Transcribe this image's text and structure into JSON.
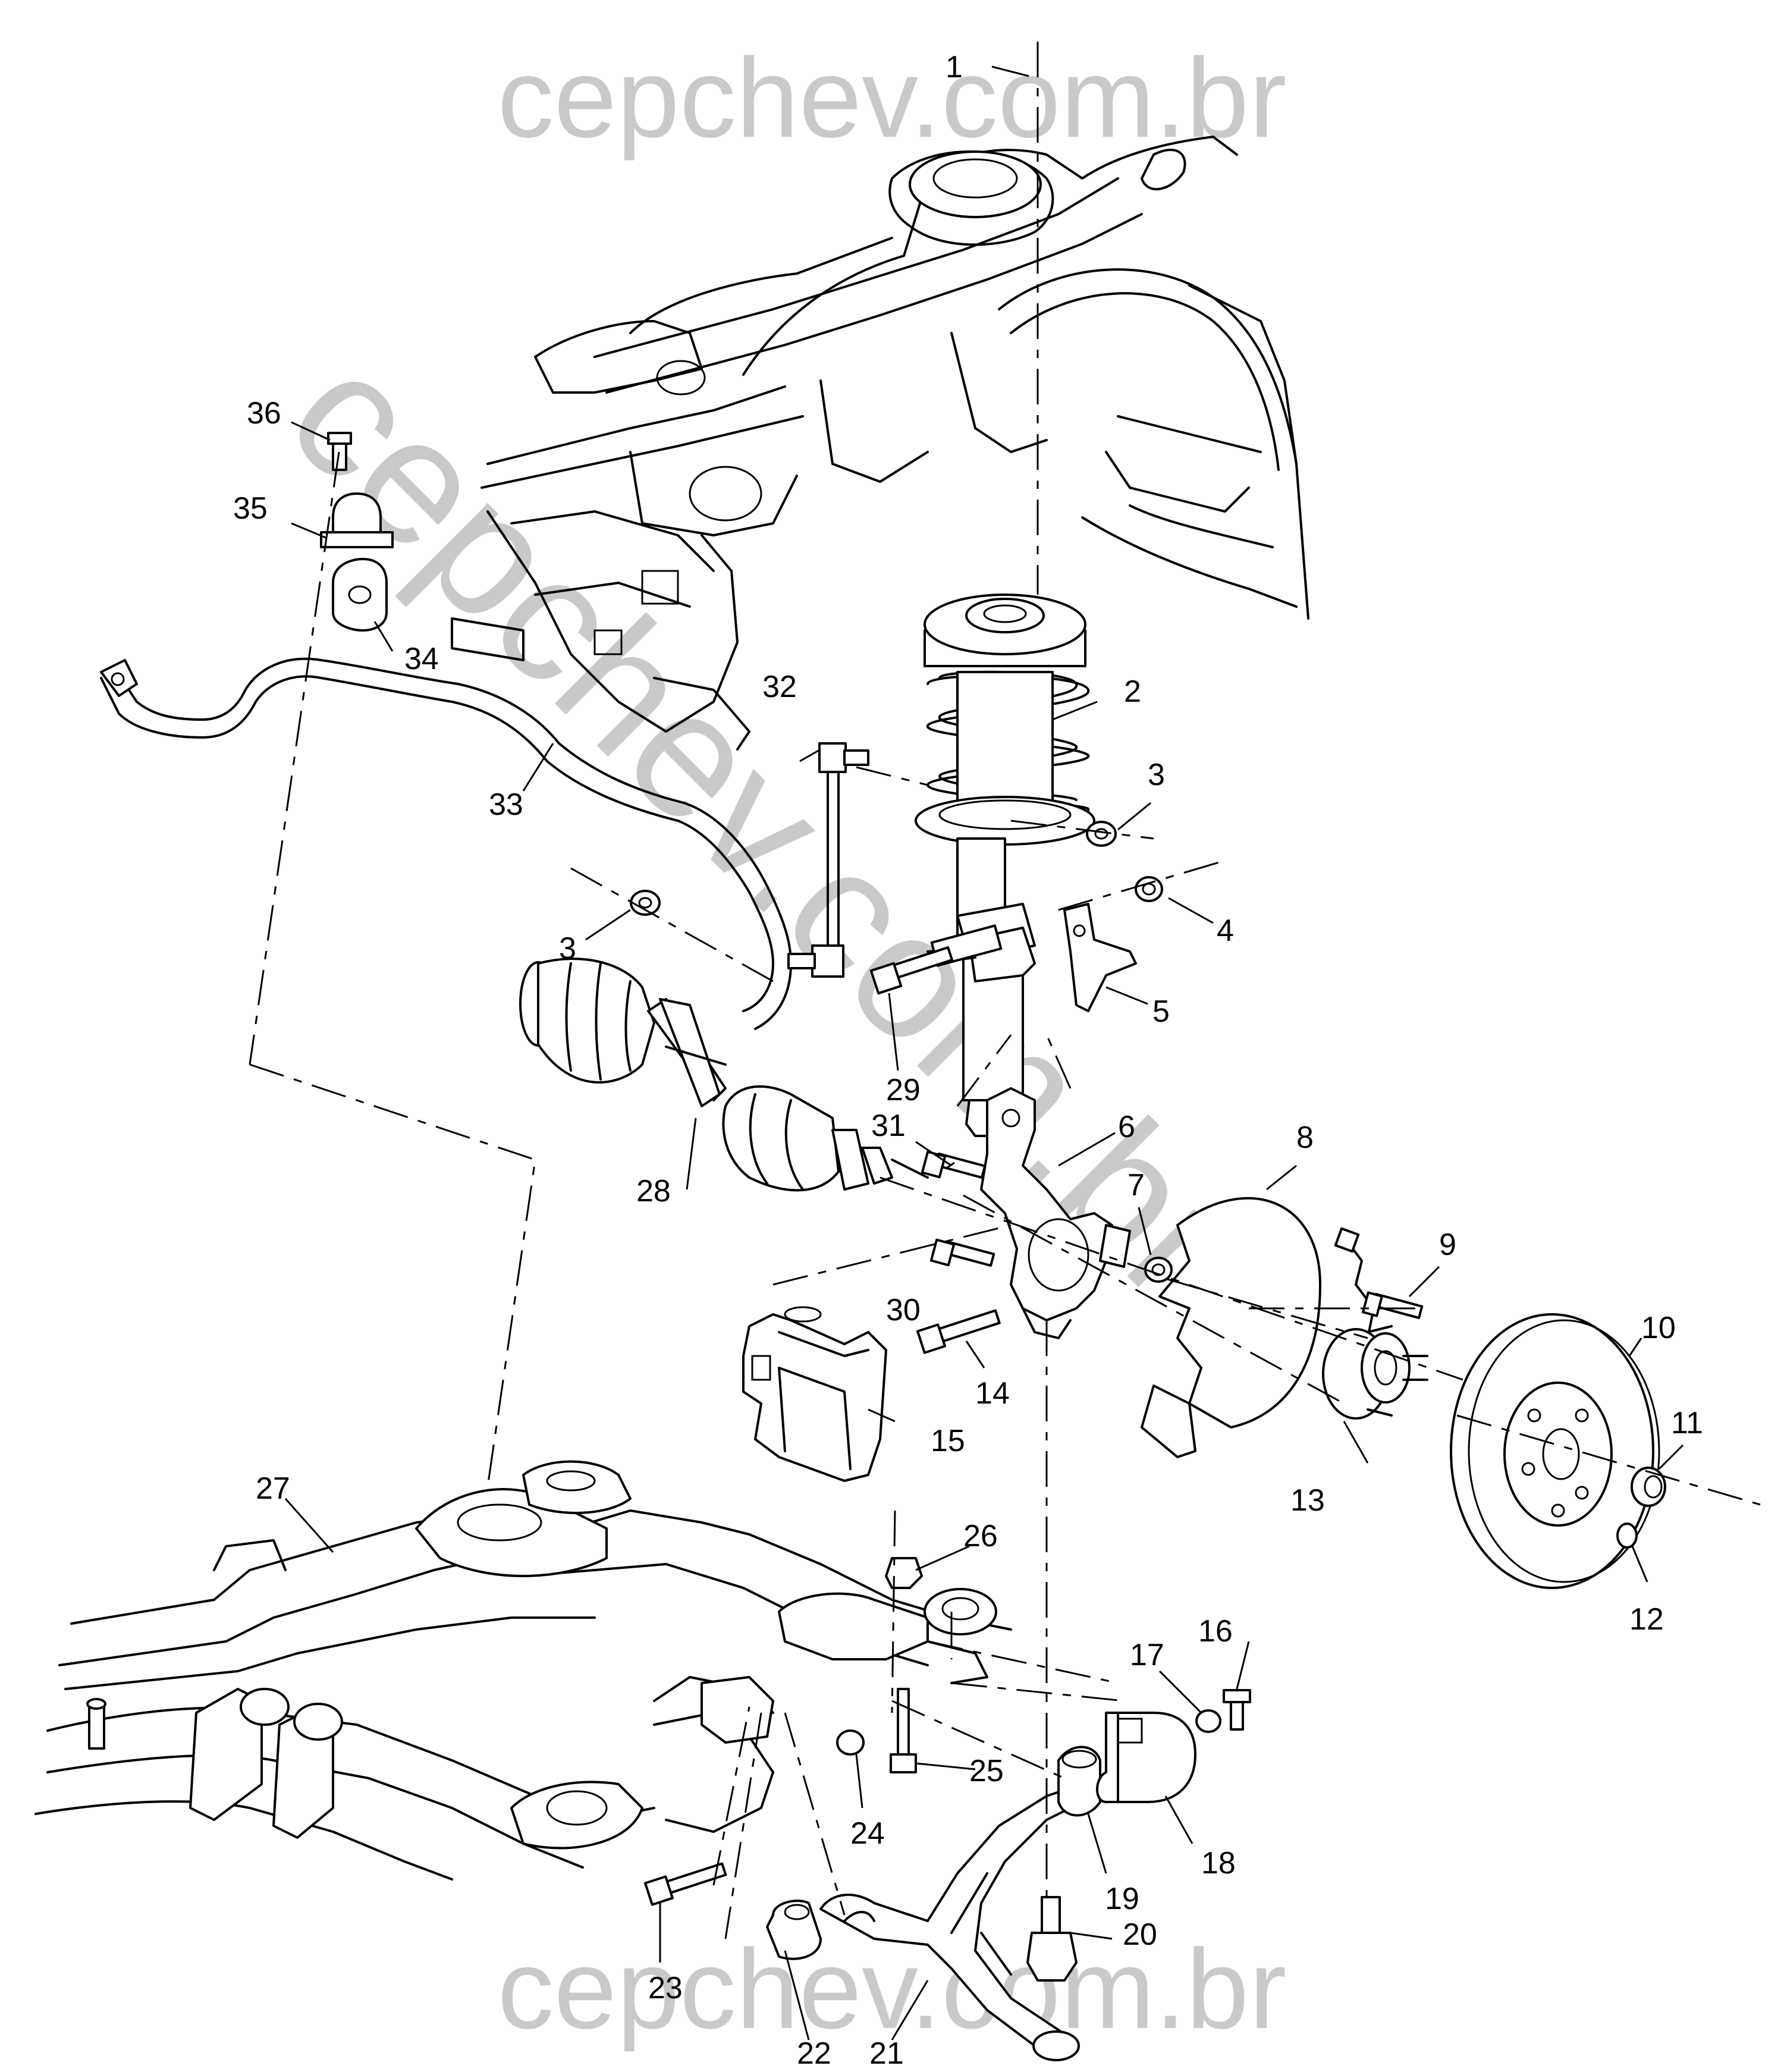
{
  "watermarks": {
    "top": "cepchev.com.br",
    "bottom": "cepchev.com.br",
    "diagonal": "cepchev.com.br"
  },
  "callouts": [
    "1",
    "2",
    "3",
    "3",
    "4",
    "5",
    "6",
    "7",
    "8",
    "9",
    "10",
    "11",
    "12",
    "13",
    "14",
    "15",
    "16",
    "17",
    "18",
    "19",
    "20",
    "21",
    "22",
    "23",
    "24",
    "25",
    "26",
    "27",
    "28",
    "29",
    "30",
    "31",
    "32",
    "33",
    "34",
    "35",
    "36"
  ],
  "colors": {
    "ink": "#000000",
    "watermark": "#c9c9c9",
    "background": "#ffffff"
  }
}
